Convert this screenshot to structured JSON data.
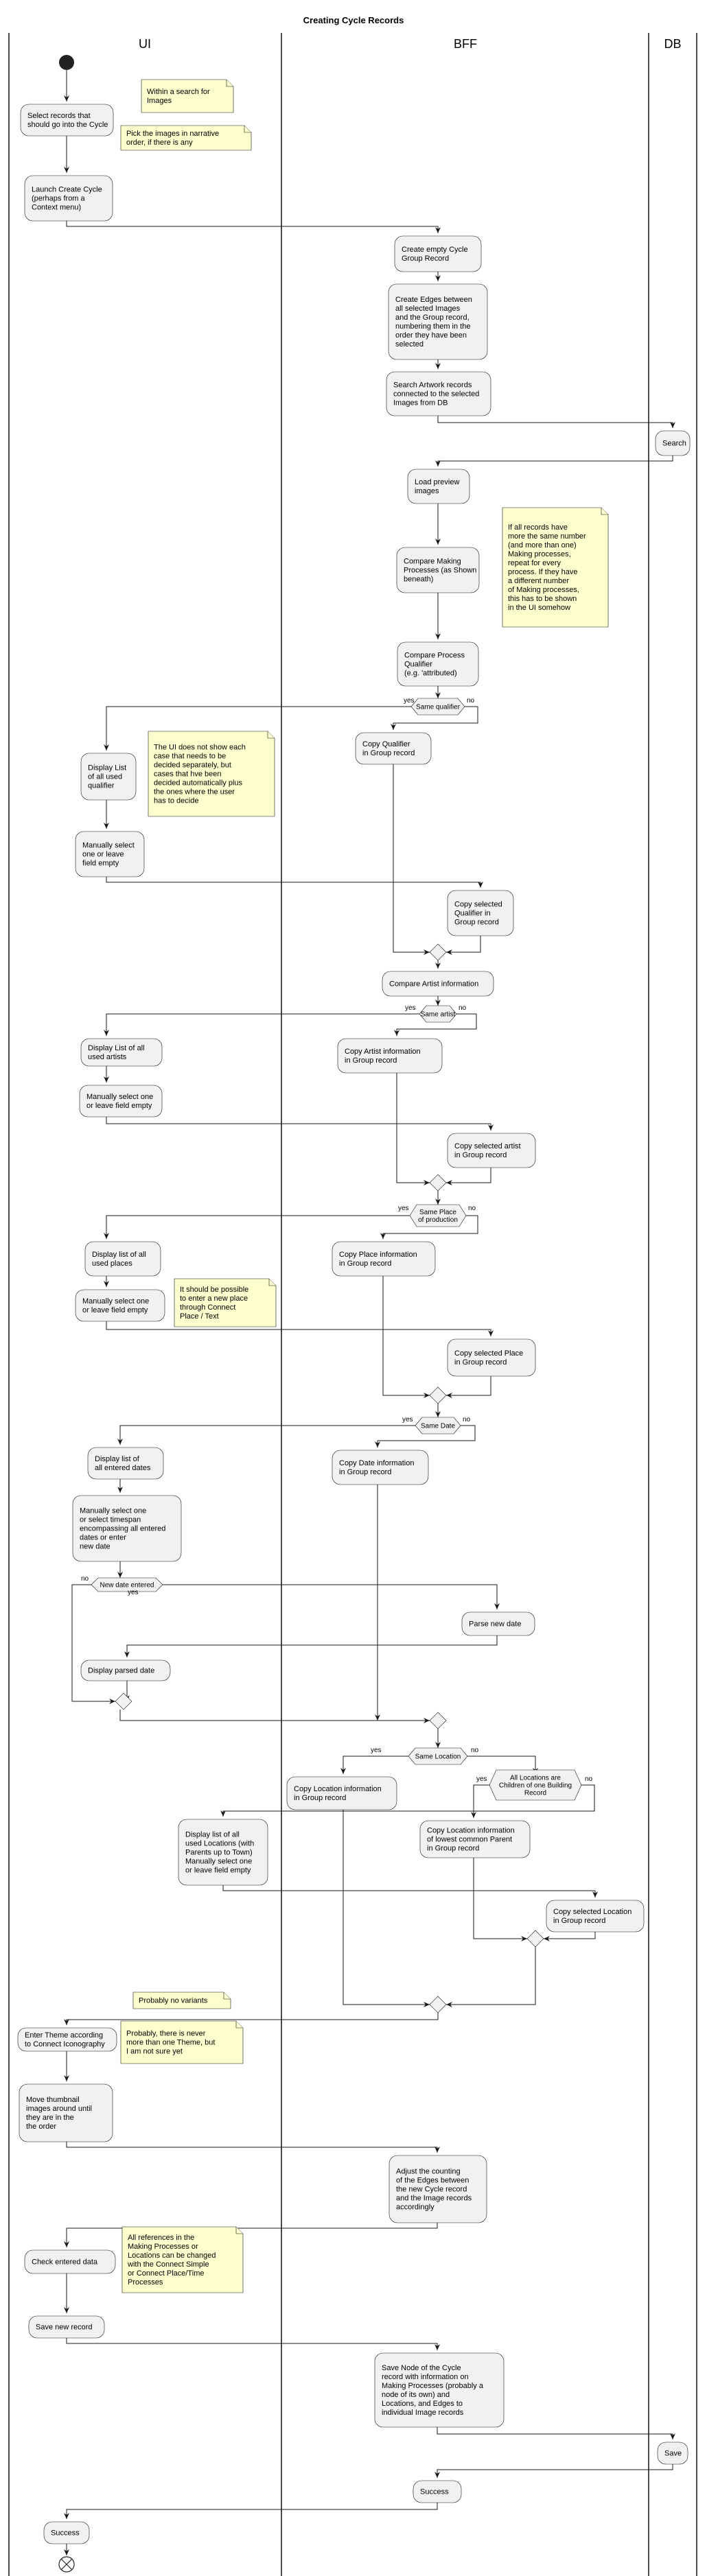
{
  "title": "Creating Cycle Records",
  "lanes": [
    "UI",
    "BFF",
    "DB"
  ],
  "activities": {
    "a1": [
      "Select records that",
      "should go into the Cycle"
    ],
    "a2": [
      "Launch Create Cycle",
      "(perhaps from a",
      "Context menu)"
    ],
    "a3": [
      "Create empty Cycle",
      "Group Record"
    ],
    "a4": [
      "Create Edges between",
      "all selected Images",
      "and the Group record,",
      "numbering them in the",
      "order they have been",
      "selected"
    ],
    "a5": [
      "Search Artwork records",
      "connected to the selected",
      "Images from DB"
    ],
    "a6": [
      "Search"
    ],
    "a7": [
      "Load preview",
      "images"
    ],
    "a8": [
      "Compare Making",
      "Processes (as Shown",
      "beneath)"
    ],
    "a9": [
      "Compare Process",
      "Qualifier",
      "(e.g. 'attributed)"
    ],
    "a10": [
      "Display List",
      "of all used",
      "qualifier"
    ],
    "a11": [
      "Copy Qualifier",
      "in Group record"
    ],
    "a12": [
      "Manually select",
      "one or leave",
      "field empty"
    ],
    "a13": [
      "Copy selected",
      "Qualifier in",
      "Group record"
    ],
    "a14": [
      "Compare Artist information"
    ],
    "a15": [
      "Display List of all",
      "used artists"
    ],
    "a16": [
      "Copy Artist information",
      "in Group record"
    ],
    "a17": [
      "Manually select one",
      "or leave field empty"
    ],
    "a18": [
      "Copy selected artist",
      "in Group record"
    ],
    "a19": [
      "Display list of all",
      "used places"
    ],
    "a20": [
      "Copy Place information",
      "in Group record"
    ],
    "a21": [
      "Manually select one",
      "or leave field empty"
    ],
    "a22": [
      "Copy selected Place",
      "in Group record"
    ],
    "a23": [
      "Display list of",
      "all entered dates"
    ],
    "a24": [
      "Copy Date information",
      "in Group record"
    ],
    "a25": [
      "Manually select one",
      "or select timespan",
      "encompassing all entered",
      "dates or enter",
      "new date"
    ],
    "a26": [
      "Parse new date"
    ],
    "a27": [
      "Display parsed date"
    ],
    "a28": [
      "Copy Location information",
      "in Group record"
    ],
    "a29": [
      "Display list of all",
      "used Locations (with",
      "Parents up to Town)",
      "Manually select one",
      "or leave field empty"
    ],
    "a30": [
      "Copy Location information",
      "of lowest common Parent",
      "in Group record"
    ],
    "a31": [
      "Copy selected Location",
      "in Group record"
    ],
    "a32": [
      "Enter Theme according",
      "to Connect Iconography"
    ],
    "a33": [
      "Move thumbnail",
      "images around until",
      "they are in the",
      "the order"
    ],
    "a34": [
      "Adjust the counting",
      "of the Edges between",
      "the new Cycle record",
      "and the Image records",
      "accordingly"
    ],
    "a35": [
      "Check entered data"
    ],
    "a36": [
      "Save new record"
    ],
    "a37": [
      "Save Node of the Cycle",
      "record with information on",
      "Making Processes (probably a",
      "node of its own) and",
      "Locations, and Edges to",
      "individual Image records"
    ],
    "a38": [
      "Save"
    ],
    "a39": [
      "Success"
    ],
    "a40": [
      "Success"
    ]
  },
  "notes": {
    "n1": [
      "Within a search for",
      "Images"
    ],
    "n2": [
      "Pick the images in narrative",
      "order, if there is any"
    ],
    "n3": [
      "If all records have",
      "more the same number",
      "(and more than one)",
      "Making processes,",
      "repeat for every",
      "process. If they have",
      "a different number",
      "of Making processes,",
      "this has to be shown",
      "in the UI somehow"
    ],
    "n4": [
      "The UI does not show each",
      "case that needs to be",
      "decided separately, but",
      "cases that hve been",
      "decided automatically plus",
      "the ones where the user",
      "has to decide"
    ],
    "n5": [
      "It should be possible",
      "to enter a new place",
      "through Connect",
      "Place / Text"
    ],
    "n6": [
      "Probably no variants"
    ],
    "n7": [
      "Probably, there is never",
      "more than one Theme, but",
      "I am not sure yet"
    ],
    "n8": [
      "All references in the",
      "Making Processes or",
      "Locations can be changed",
      "with the Connect Simple",
      "or Connect Place/Time",
      "Processes"
    ]
  },
  "decisions": {
    "d1": [
      "Same qualifier"
    ],
    "d2": [
      "Same artist"
    ],
    "d3": [
      "Same Place",
      "of production"
    ],
    "d4": [
      "Same Date"
    ],
    "d5": [
      "New date entered"
    ],
    "d6": [
      "Same Location"
    ],
    "d7": [
      "All Locations are",
      "Children of one Building",
      "Record"
    ]
  },
  "branch_labels": {
    "yes": "yes",
    "no": "no"
  }
}
